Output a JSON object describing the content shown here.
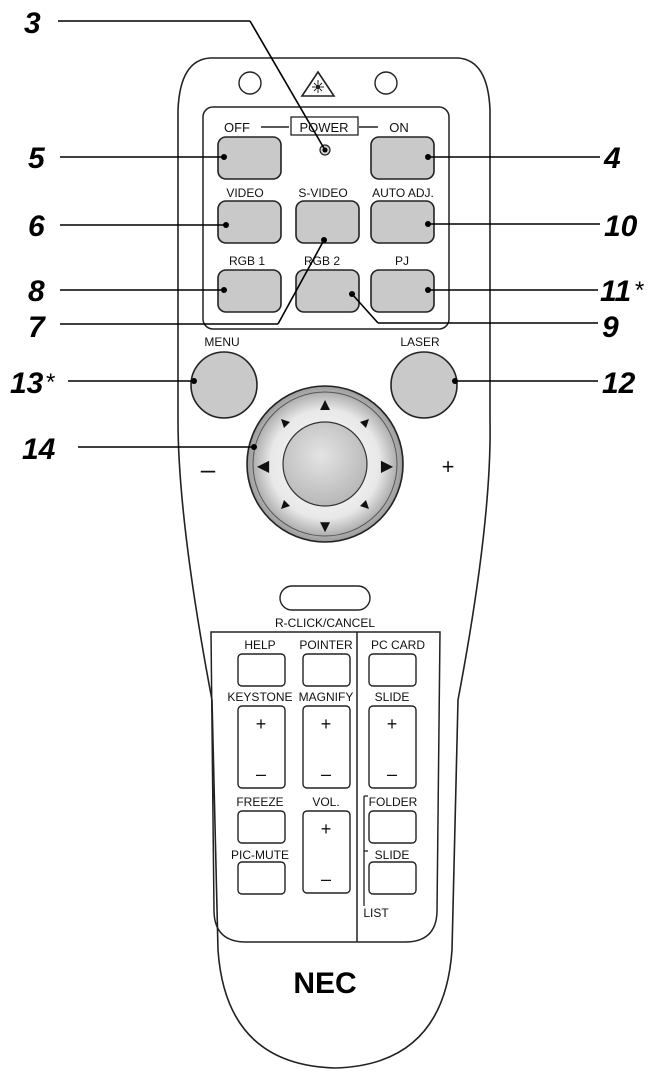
{
  "power": {
    "off_label": "OFF",
    "title": "POWER",
    "on_label": "ON"
  },
  "row2": {
    "video": "VIDEO",
    "svideo": "S-VIDEO",
    "autoadj": "AUTO ADJ."
  },
  "row3": {
    "rgb1": "RGB 1",
    "rgb2": "RGB 2",
    "pj": "PJ"
  },
  "menu_label": "MENU",
  "laser_label": "LASER",
  "minus_sign": "–",
  "plus_sign": "+",
  "arrows": {
    "up": "▲",
    "down": "▼",
    "left": "◀",
    "right": "▶"
  },
  "rclick_label": "R-CLICK/CANCEL",
  "lower": {
    "help": "HELP",
    "pointer": "POINTER",
    "pccard": "PC CARD",
    "keystone": "KEYSTONE",
    "magnify": "MAGNIFY",
    "slide_top": "SLIDE",
    "plus": "+",
    "minus": "–",
    "freeze": "FREEZE",
    "vol": "VOL.",
    "folder": "FOLDER",
    "picmute": "PIC-MUTE",
    "slide_bottom": "SLIDE",
    "list": "LIST"
  },
  "brand": "NEC",
  "callouts": {
    "c3": "3",
    "c5": "5",
    "c4": "4",
    "c6": "6",
    "c10": "10",
    "c8": "8",
    "c11": "11",
    "c11_mark": "*",
    "c7": "7",
    "c9": "9",
    "c13": "13",
    "c13_mark": "*",
    "c12": "12",
    "c14": "14"
  }
}
